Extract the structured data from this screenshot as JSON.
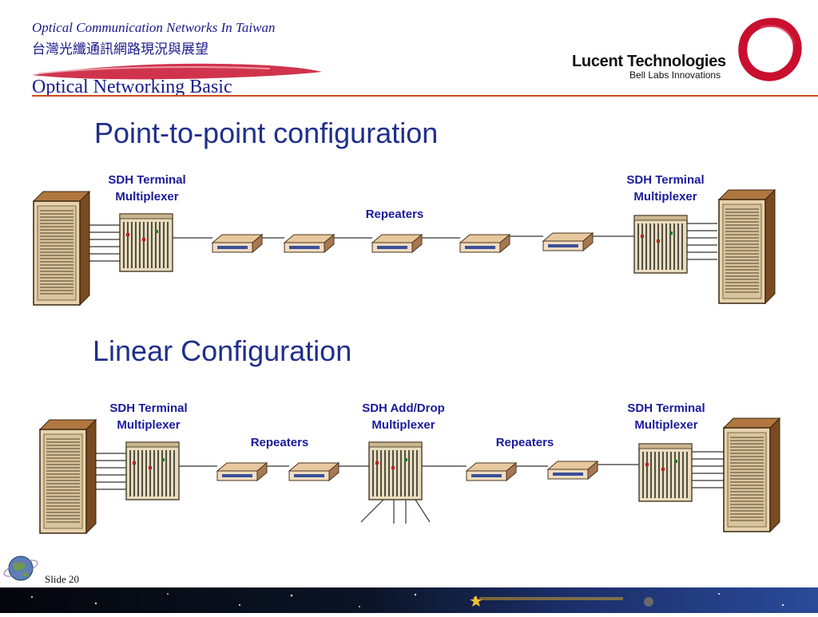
{
  "header": {
    "title_en": "Optical Communication Networks In Taiwan",
    "title_zh": "台灣光纖通訊網路現況與展望",
    "subtitle": "Optical Networking Basic"
  },
  "brand": {
    "name": "Lucent Technologies",
    "tagline": "Bell Labs Innovations"
  },
  "sections": {
    "point_to_point": {
      "title": "Point-to-point configuration",
      "left_mux": [
        "SDH Terminal",
        "Multiplexer"
      ],
      "right_mux": [
        "SDH Terminal",
        "Multiplexer"
      ],
      "repeaters_label": "Repeaters"
    },
    "linear": {
      "title": "Linear Configuration",
      "left_mux": [
        "SDH Terminal",
        "Multiplexer"
      ],
      "add_drop": [
        "SDH Add/Drop",
        "Multiplexer"
      ],
      "right_mux": [
        "SDH Terminal",
        "Multiplexer"
      ],
      "repeaters_left": "Repeaters",
      "repeaters_right": "Repeaters"
    }
  },
  "footer": {
    "slide_label": "Slide 20"
  },
  "colors": {
    "title_blue": "#1f2f8c",
    "label_blue": "#1a1a9c",
    "rule_orange": "#d24a1c",
    "logo_red": "#c8102e",
    "cabinet_brown": "#8b5a2b",
    "cabinet_face": "#e6d2ac"
  }
}
